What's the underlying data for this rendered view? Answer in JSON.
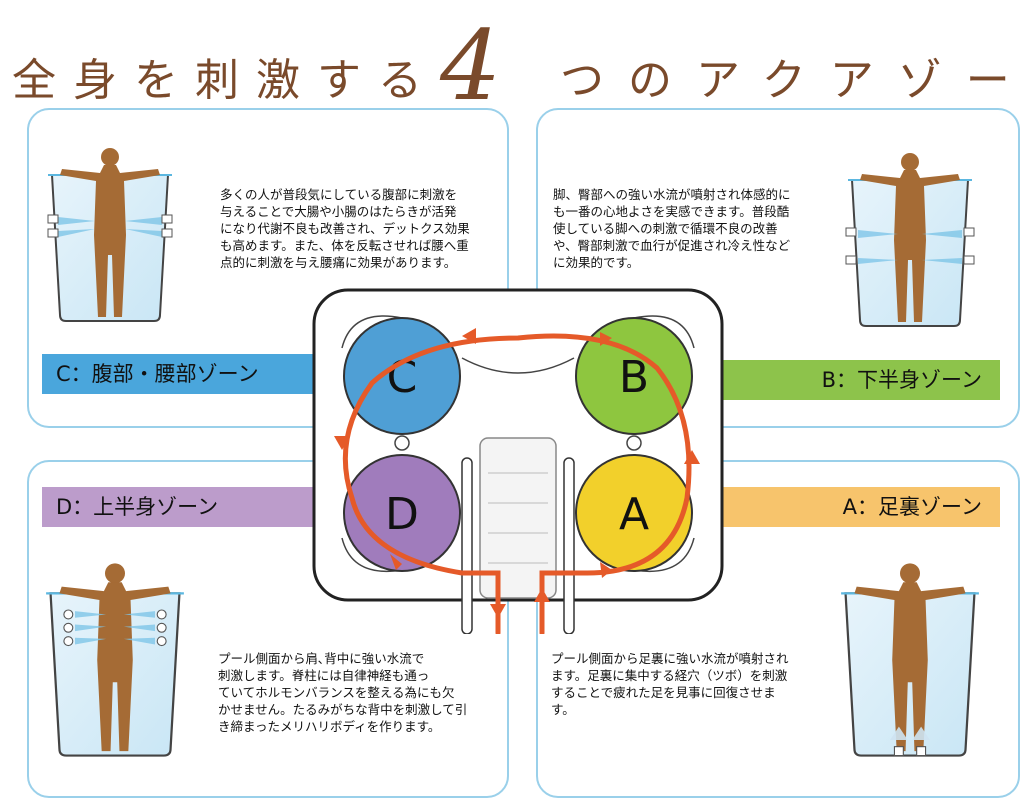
{
  "title": {
    "prefix": "全身を刺激する",
    "number": "4",
    "suffix": "つのアクアゾーン"
  },
  "colors": {
    "title": "#7a4a2b",
    "panel_border": "#9ad0ea",
    "zone_a": "#f2d02b",
    "zone_b": "#8ec63f",
    "zone_c": "#4f9fd5",
    "zone_d": "#a07cbc",
    "arrow": "#e55a29",
    "figure": "#a56b35"
  },
  "zones": {
    "C": {
      "label": "C：腹部・腰部ゾーン",
      "letter": "C",
      "color": "#4f9fd5",
      "band_color": "#4aa6dc",
      "text": [
        "多くの人が普段気にしている腹部に刺激を",
        "与えることで大腸や小腸のはたらきが活発",
        "になり代謝不良も改善され、デットクス効果",
        "も高めます。また、体を反転させれば腰へ重",
        "点的に刺激を与え腰痛に効果があります。"
      ]
    },
    "B": {
      "label": "B：下半身ゾーン",
      "letter": "B",
      "color": "#8ec63f",
      "band_color": "#8dc34b",
      "text": [
        "脚、臀部への強い水流が噴射され体感的に",
        "も一番の心地よさを実感できます。普段酷",
        "使している脚への刺激で循環不良の改善",
        "や、臀部刺激で血行が促進され冷え性など",
        "に効果的です。"
      ]
    },
    "D": {
      "label": "D：上半身ゾーン",
      "letter": "D",
      "color": "#a07cbc",
      "band_color": "#bc9ccb",
      "text": [
        "プール側面から肩､背中に強い水流で",
        "刺激します。脊柱には自律神経も通っ",
        "ていてホルモンバランスを整える為にも欠",
        "かせません。たるみがちな背中を刺激して引",
        "き締まったメリハリボディを作ります。"
      ]
    },
    "A": {
      "label": "A：足裏ゾーン",
      "letter": "A",
      "color": "#f2d02b",
      "band_color": "#f7c46c",
      "text": [
        "プール側面から足裏に強い水流が噴射され",
        "ます。足裏に集中する経穴（ツボ）を刺激",
        "することで疲れた足を見事に回復させま",
        "す。"
      ]
    }
  }
}
